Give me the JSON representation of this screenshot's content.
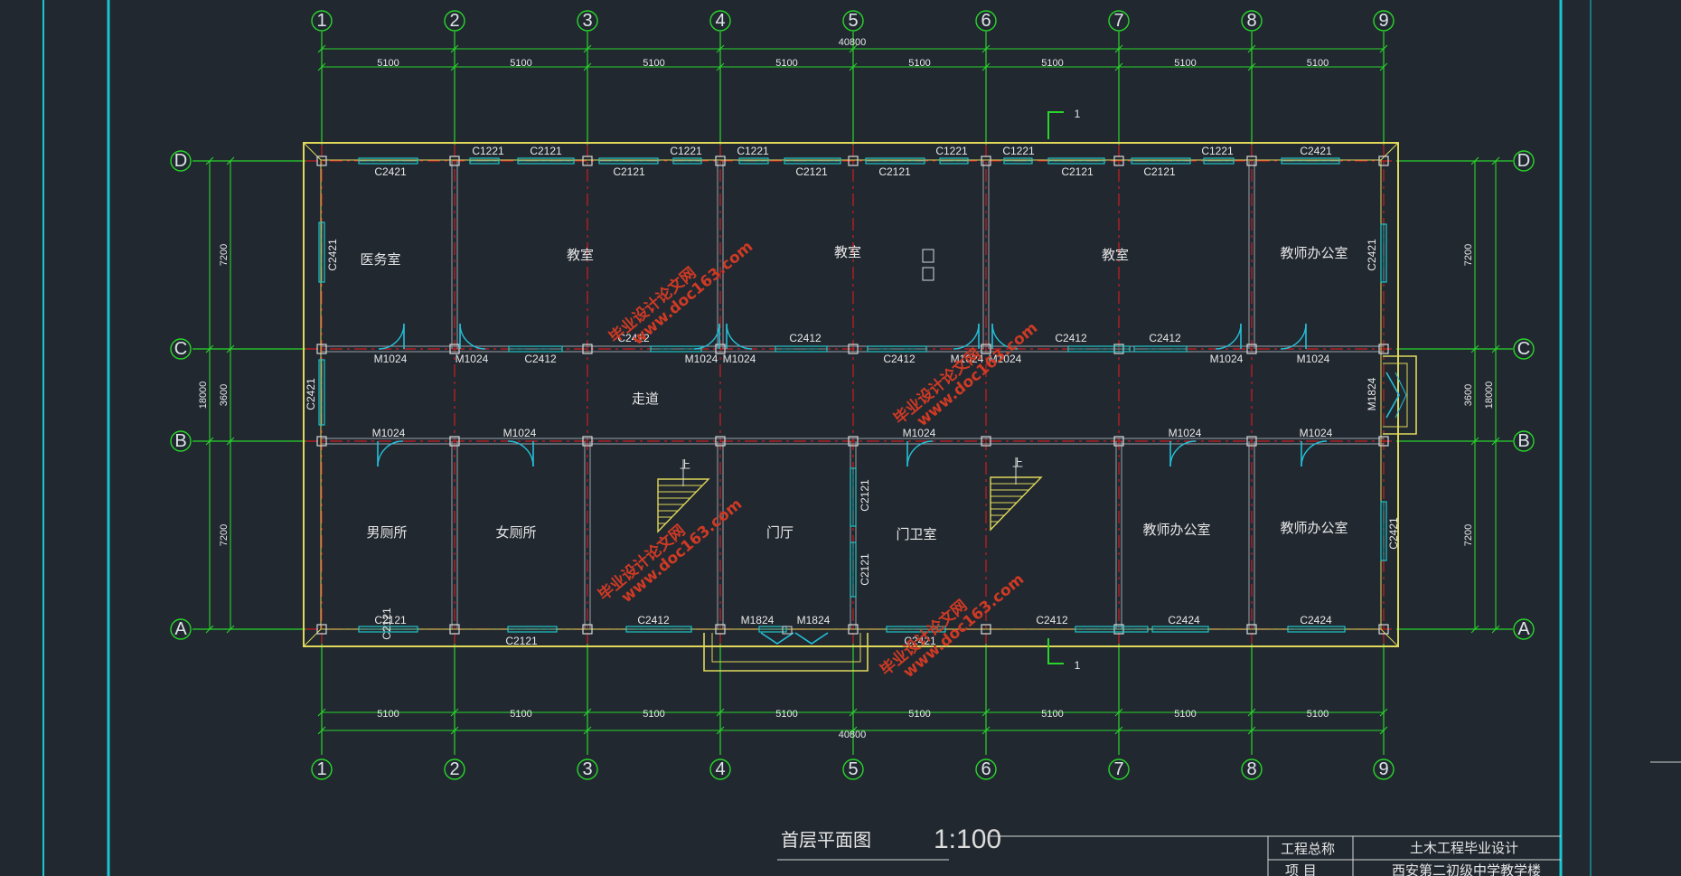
{
  "drawing": {
    "title": "首层平面图",
    "scale": "1:100",
    "axes_x": [
      "1",
      "2",
      "3",
      "4",
      "5",
      "6",
      "7",
      "8",
      "9"
    ],
    "axes_y": [
      "A",
      "B",
      "C",
      "D"
    ],
    "overall_dim": "40800",
    "bay_dims": [
      "5100",
      "5100",
      "5100",
      "5100",
      "5100",
      "5100",
      "5100",
      "5100"
    ],
    "left_dims": {
      "total": "18000",
      "segments": [
        "7200",
        "3600",
        "7200"
      ]
    },
    "right_dims": {
      "total": "18000",
      "segments": [
        "7200",
        "3600",
        "7200"
      ]
    },
    "section_mark": "1",
    "stair_up": "上"
  },
  "rooms": [
    {
      "id": "medical",
      "name": "医务室"
    },
    {
      "id": "class1",
      "name": "教室"
    },
    {
      "id": "class2",
      "name": "教室"
    },
    {
      "id": "class3",
      "name": "教室"
    },
    {
      "id": "office1",
      "name": "教师办公室"
    },
    {
      "id": "corridor",
      "name": "走道"
    },
    {
      "id": "wc_m",
      "name": "男厕所"
    },
    {
      "id": "wc_f",
      "name": "女厕所"
    },
    {
      "id": "hall",
      "name": "门厅"
    },
    {
      "id": "guard",
      "name": "门卫室"
    },
    {
      "id": "office2",
      "name": "教师办公室"
    },
    {
      "id": "office3",
      "name": "教师办公室"
    }
  ],
  "openings": [
    {
      "label": "C1221"
    },
    {
      "label": "C2121"
    },
    {
      "label": "C1221"
    },
    {
      "label": "C1221"
    },
    {
      "label": "C1221"
    },
    {
      "label": "C1221"
    },
    {
      "label": "C1221"
    },
    {
      "label": "C2421"
    },
    {
      "label": "C2421"
    },
    {
      "label": "C2121"
    },
    {
      "label": "C2121"
    },
    {
      "label": "C2121"
    },
    {
      "label": "C2121"
    },
    {
      "label": "C2121"
    },
    {
      "label": "C2412"
    },
    {
      "label": "C2412"
    },
    {
      "label": "C2412"
    },
    {
      "label": "C2412"
    },
    {
      "label": "M1024"
    },
    {
      "label": "M1024"
    },
    {
      "label": "C2412"
    },
    {
      "label": "M1024"
    },
    {
      "label": "M1024"
    },
    {
      "label": "C2412"
    },
    {
      "label": "M1024"
    },
    {
      "label": "M1024"
    },
    {
      "label": "M1024"
    },
    {
      "label": "M1024"
    },
    {
      "label": "M1024"
    },
    {
      "label": "M1024"
    },
    {
      "label": "M1024"
    },
    {
      "label": "M1024"
    },
    {
      "label": "M1024"
    },
    {
      "label": "C2121"
    },
    {
      "label": "C2121"
    },
    {
      "label": "C2412"
    },
    {
      "label": "M1824"
    },
    {
      "label": "M1824"
    },
    {
      "label": "C2421"
    },
    {
      "label": "C2412"
    },
    {
      "label": "C2424"
    },
    {
      "label": "C2424"
    },
    {
      "label": "C2121"
    },
    {
      "label": "C2421"
    },
    {
      "label": "C2421"
    },
    {
      "label": "C2421"
    },
    {
      "label": "C2421"
    },
    {
      "label": "M1824"
    },
    {
      "label": "C2121"
    },
    {
      "label": "C2121"
    }
  ],
  "title_block": {
    "project_label": "工程总称",
    "project_value": "土木工程毕业设计",
    "item_label": "项  目",
    "item_value": "西安第二初级中学教学楼"
  },
  "watermark": {
    "line1": "毕业设计论文网",
    "line2": "www.doc163.com"
  },
  "colors": {
    "background": "#212830",
    "axis": "#29d52a",
    "wall": "#e0d85a",
    "window": "#1fc6c6",
    "door": "#24c0d8",
    "dim": "#29d52a",
    "centerline": "#cc1f1f",
    "frame": "#18c6d0",
    "watermark": "#cf3a24"
  }
}
